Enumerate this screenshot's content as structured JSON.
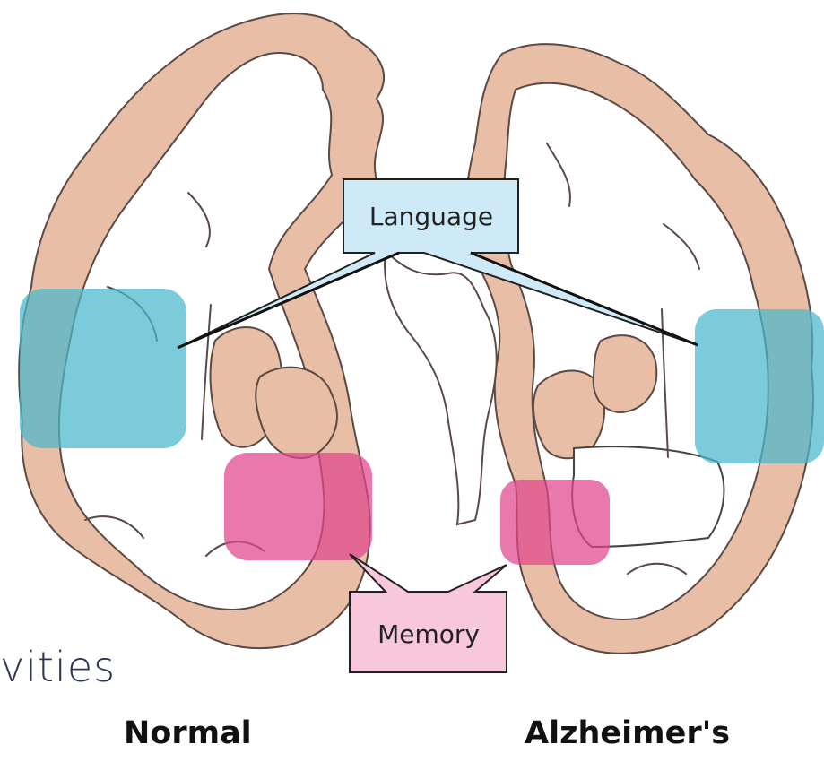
{
  "labels": {
    "language": "Language",
    "memory": "Memory"
  },
  "captions": {
    "left": "Normal",
    "right": "Alzheimer's"
  },
  "partial_text": "vities",
  "colors": {
    "brain_tissue": "#e8bea6",
    "language_region": "#4ab7cc",
    "memory_region": "#e0458c",
    "language_callout": "#cdeaf6",
    "memory_callout": "#f7c8dc"
  }
}
